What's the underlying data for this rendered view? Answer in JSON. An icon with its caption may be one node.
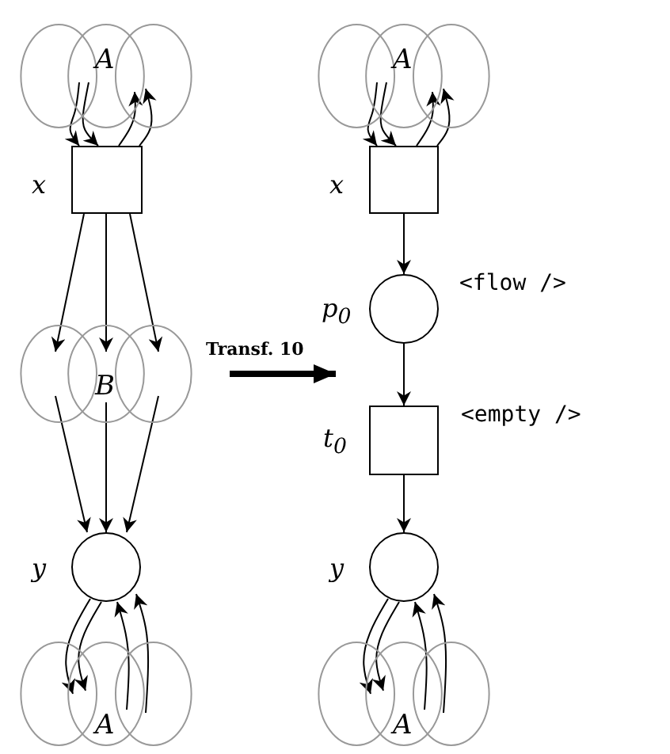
{
  "diagram": {
    "nodes": [
      {
        "text": [
          "A"
        ]
      },
      {
        "text": [],
        "shape": "box",
        "beside": [
          "x"
        ]
      },
      {
        "text": [
          "B"
        ]
      },
      {
        "text": [],
        "shape": "circle",
        "beside": [
          "y"
        ]
      },
      {
        "text": [
          "A"
        ]
      },
      {
        "text": [
          "A"
        ]
      },
      {
        "text": [],
        "shape": "box",
        "beside": [
          "x"
        ]
      },
      {
        "text": [],
        "shape": "circle",
        "beside": [
          "p$_{0}$",
          "<flow />"
        ]
      },
      {
        "text": [],
        "shape": "box",
        "beside": [
          "t$_{0}$",
          "<empty />"
        ]
      },
      {
        "text": [],
        "shape": "circle",
        "beside": [
          "y"
        ]
      },
      {
        "text": [
          "A"
        ]
      }
    ],
    "edges": [
      {
        "from": 0,
        "to": 1,
        "arrow": "to"
      },
      {
        "from": 0,
        "to": 1,
        "arrow": "to"
      },
      {
        "from": 1,
        "to": 0,
        "arrow": "to"
      },
      {
        "from": 1,
        "to": 0,
        "arrow": "to"
      },
      {
        "from": 1,
        "to": 2,
        "arrow": "to"
      },
      {
        "from": 1,
        "to": 2,
        "arrow": "to"
      },
      {
        "from": 1,
        "to": 2,
        "arrow": "to"
      },
      {
        "from": 2,
        "to": 3,
        "arrow": "to"
      },
      {
        "from": 2,
        "to": 3,
        "arrow": "to"
      },
      {
        "from": 2,
        "to": 3,
        "arrow": "to"
      },
      {
        "from": 3,
        "to": 4,
        "arrow": "to"
      },
      {
        "from": 3,
        "to": 4,
        "arrow": "to"
      },
      {
        "from": 4,
        "to": 3,
        "arrow": "to"
      },
      {
        "from": 4,
        "to": 3,
        "arrow": "to"
      },
      {
        "from": 5,
        "to": 6,
        "arrow": "to"
      },
      {
        "from": 5,
        "to": 6,
        "arrow": "to"
      },
      {
        "from": 6,
        "to": 5,
        "arrow": "to"
      },
      {
        "from": 6,
        "to": 5,
        "arrow": "to"
      },
      {
        "from": 6,
        "to": 7,
        "arrow": "to"
      },
      {
        "from": 7,
        "to": 8,
        "arrow": "to"
      },
      {
        "from": 8,
        "to": 9,
        "arrow": "to"
      },
      {
        "from": 9,
        "to": 10,
        "arrow": "to"
      },
      {
        "from": 9,
        "to": 10,
        "arrow": "to"
      },
      {
        "from": 10,
        "to": 9,
        "arrow": "to"
      },
      {
        "from": 10,
        "to": 9,
        "arrow": "to"
      },
      {
        "from": 2,
        "to": 7,
        "arrow": "to",
        "style": "thick",
        "label": "Transf. 10"
      }
    ]
  }
}
